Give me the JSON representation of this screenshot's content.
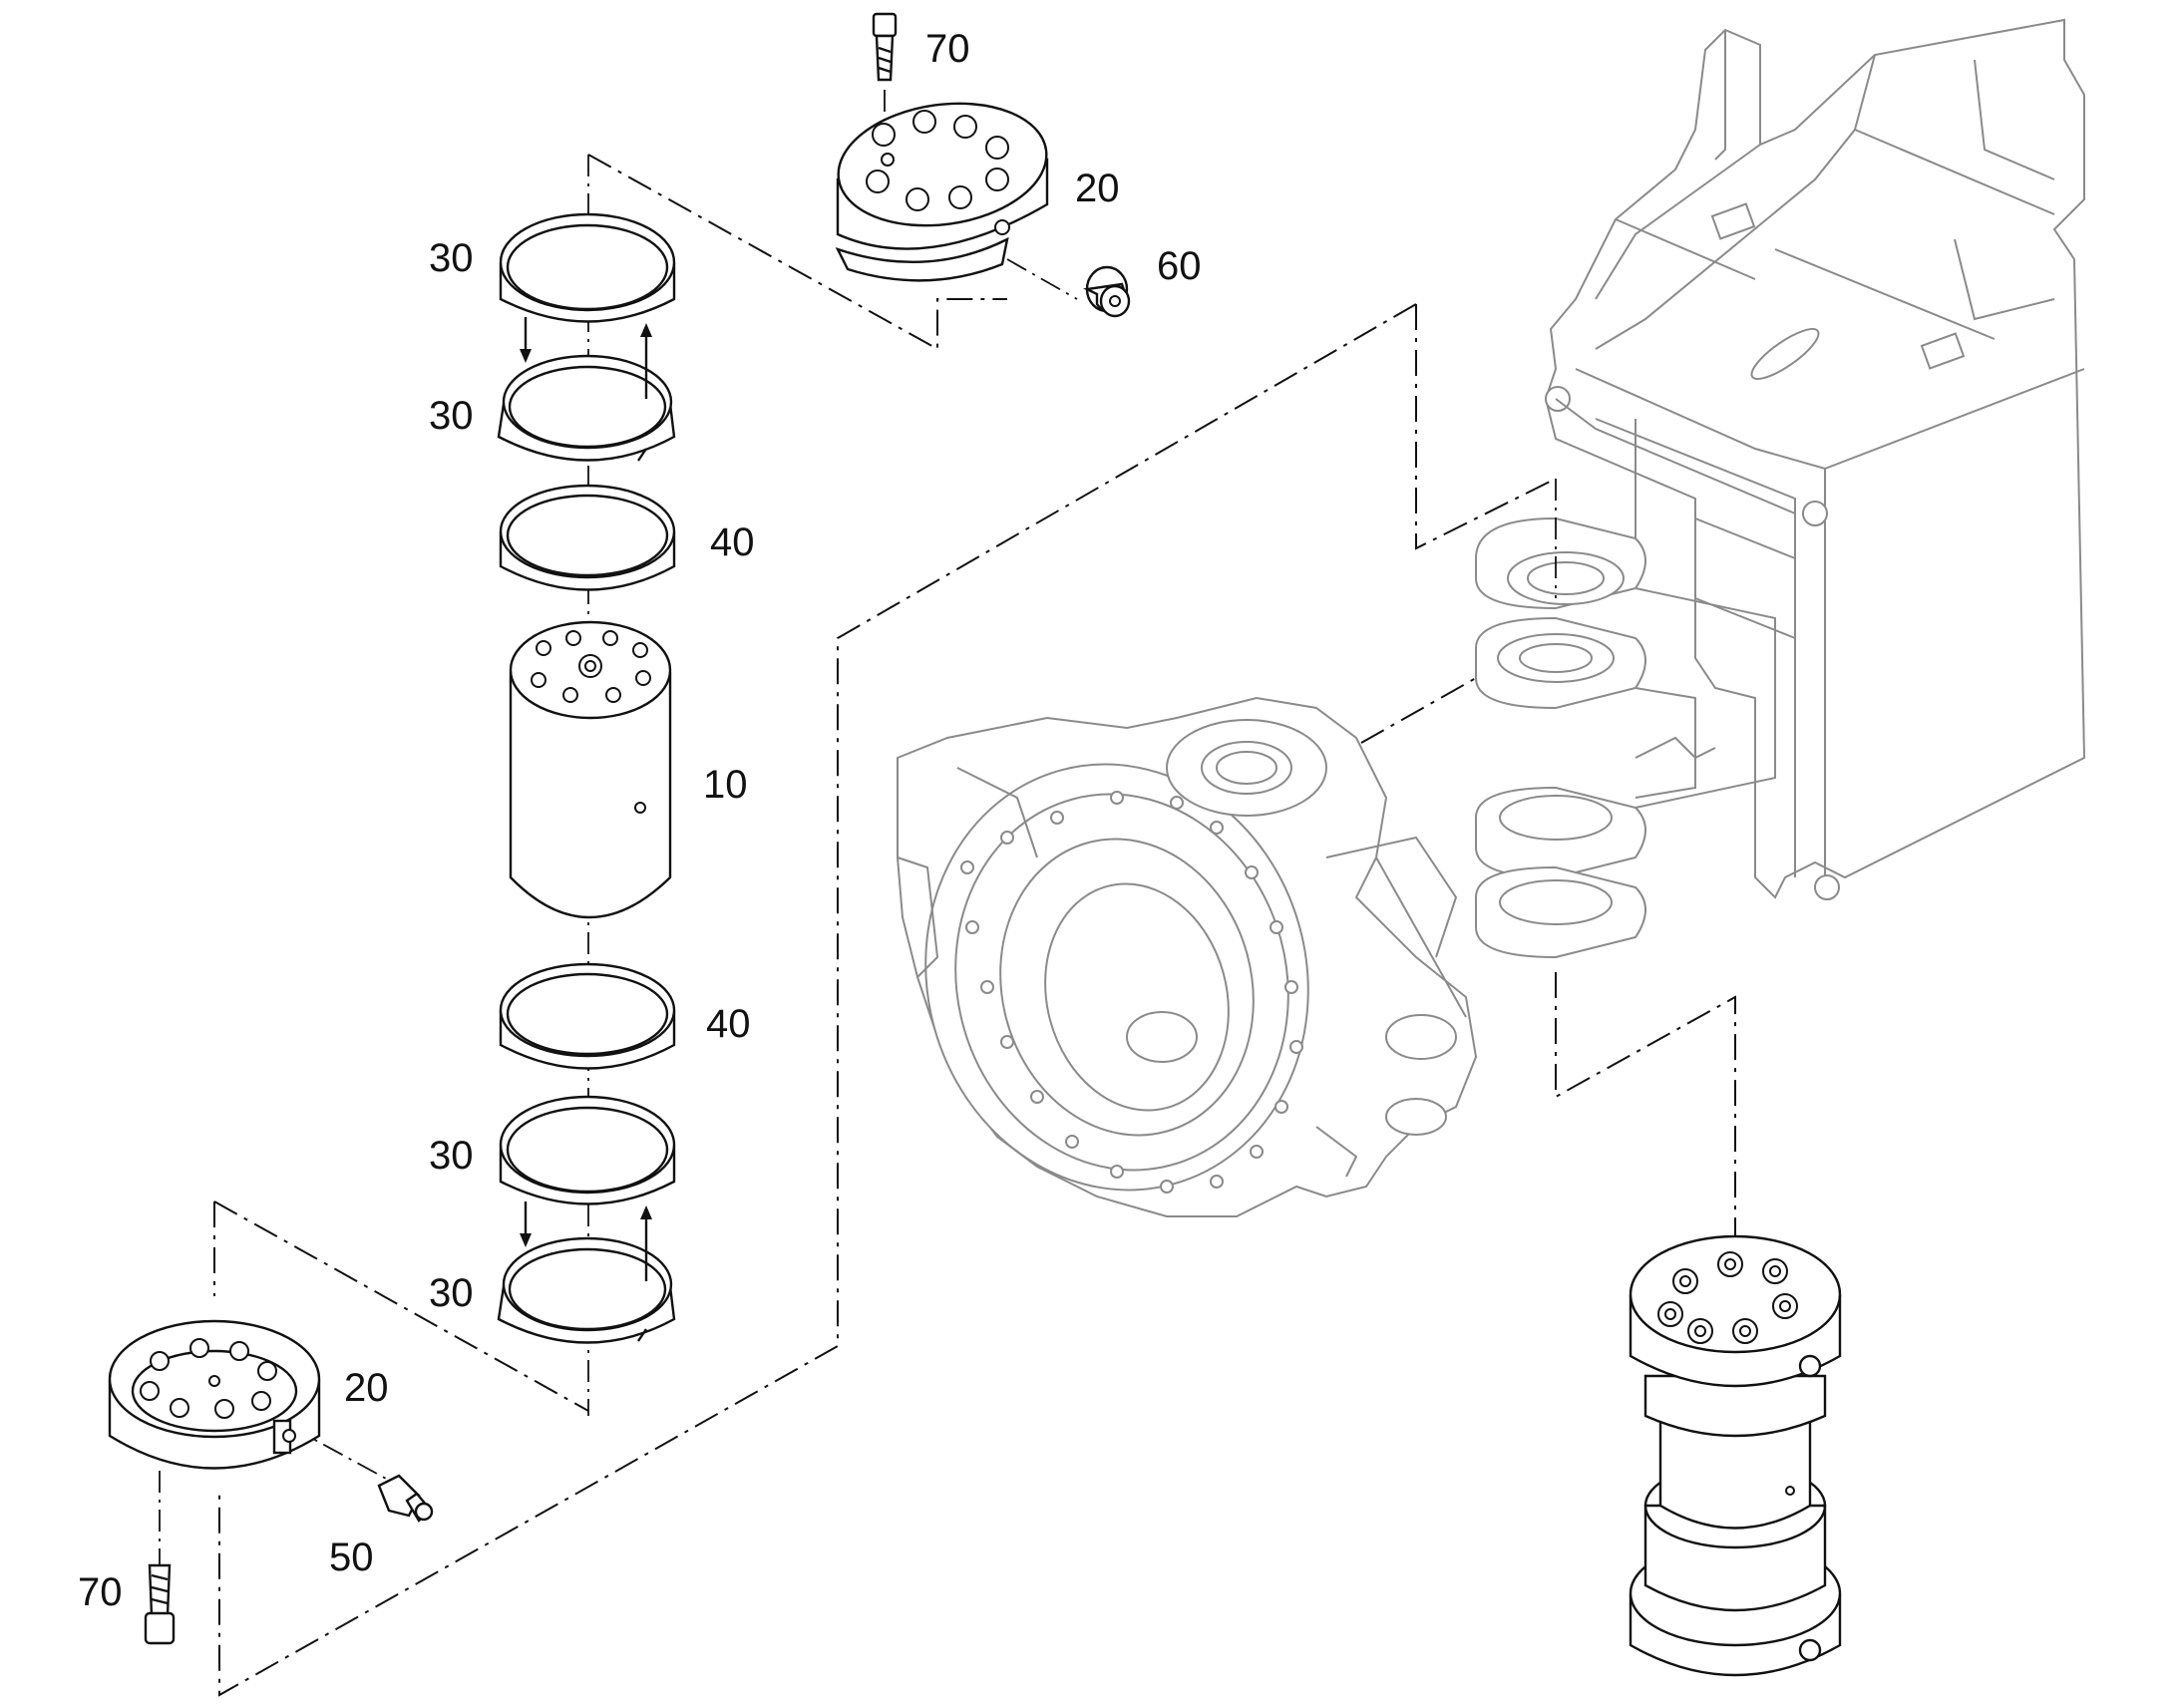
{
  "callouts": {
    "bolt_top": "70",
    "cap_top": "20",
    "plug_top": "60",
    "ring_1": "30",
    "ring_2": "30",
    "bushing_upper": "40",
    "pin": "10",
    "bushing_lower": "40",
    "ring_3": "30",
    "ring_4": "30",
    "cap_bottom": "20",
    "grease_nipple": "50",
    "bolt_bottom": "70"
  }
}
